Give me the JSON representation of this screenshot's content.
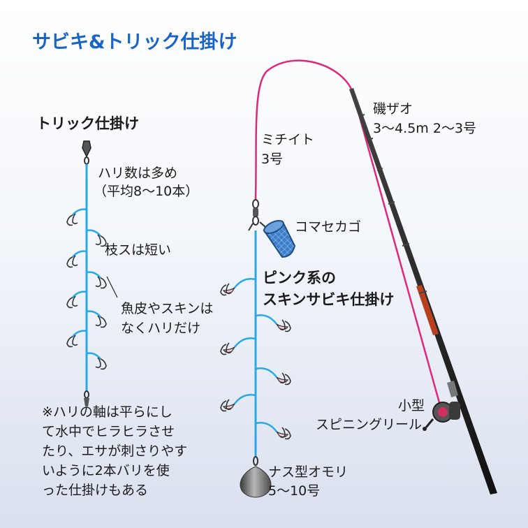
{
  "title": "サビキ&トリック仕掛け",
  "trick": {
    "heading": "トリック仕掛け",
    "hooks_line1": "ハリ数は多め",
    "hooks_line2": "（平均8〜10本）",
    "branch": "枝スは短い",
    "skin_line1": "魚皮やスキンは",
    "skin_line2": "なくハリだけ"
  },
  "note": {
    "line1": "※ハリの軸は平らにし",
    "line2": "て水中でヒラヒラさせ",
    "line3": "たり、エサが刺さりやす",
    "line4": "いように2本バリを使",
    "line5": "った仕掛けもある"
  },
  "rod": {
    "name": "磯ザオ",
    "spec": "3〜4.5m 2〜3号"
  },
  "line": {
    "name": "ミチイト",
    "size": "3号"
  },
  "komase": {
    "label": "コマセカゴ"
  },
  "sabiki": {
    "line1": "ピンク系の",
    "line2": "スキンサビキ仕掛け"
  },
  "reel": {
    "line1": "小型",
    "line2": "スピニングリール"
  },
  "sinker": {
    "line1": "ナス型オモリ",
    "line2": "5〜10号"
  },
  "colors": {
    "title": "#1a64c8",
    "main_line": "#e0287a",
    "branch_line": "#29a8e6",
    "skin": "#f6c8d8",
    "basket": "#3d7ec8",
    "rod": "#2a2a2a",
    "rod_accent": "#b8401e"
  }
}
